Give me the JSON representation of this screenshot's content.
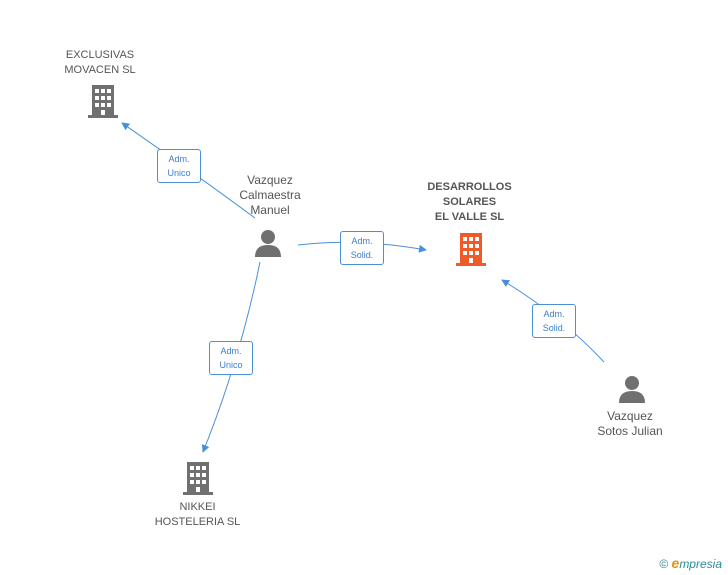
{
  "nodes": {
    "exclusivas": {
      "line1": "EXCLUSIVAS",
      "line2": "MOVACEN SL"
    },
    "desarrollos": {
      "line1": "DESARROLLOS",
      "line2": "SOLARES",
      "line3": "EL VALLE SL"
    },
    "nikkei": {
      "line1": "NIKKEI",
      "line2": "HOSTELERIA SL"
    },
    "calmaestra": {
      "line1": "Vazquez",
      "line2": "Calmaestra",
      "line3": "Manuel"
    },
    "sotos": {
      "line1": "Vazquez",
      "line2": "Sotos Julian"
    }
  },
  "edges": {
    "e1": {
      "line1": "Adm.",
      "line2": "Unico"
    },
    "e2": {
      "line1": "Adm.",
      "line2": "Solid."
    },
    "e3": {
      "line1": "Adm.",
      "line2": "Unico"
    },
    "e4": {
      "line1": "Adm.",
      "line2": "Solid."
    }
  },
  "colors": {
    "building": "#707070",
    "building_main": "#f05a28",
    "person": "#707070",
    "edge": "#4a90d9"
  },
  "footer": {
    "copyright": "©",
    "brand_e": "e",
    "brand_rest": "mpresia"
  }
}
